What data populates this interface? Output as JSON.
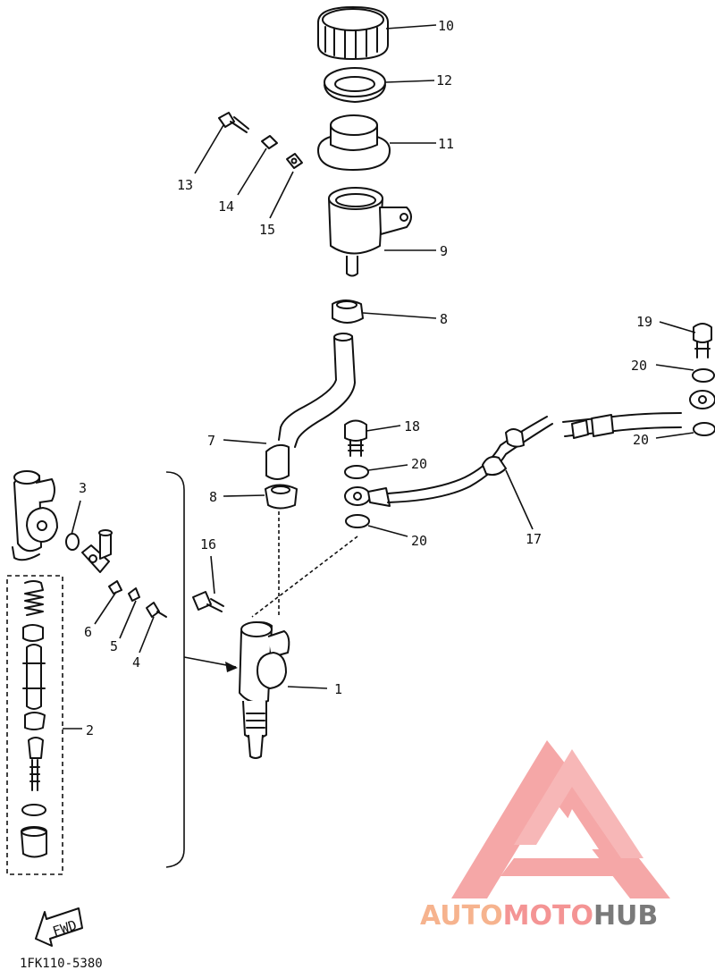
{
  "diagram": {
    "part_labels": [
      "1",
      "2",
      "3",
      "4",
      "5",
      "6",
      "7",
      "8",
      "8",
      "9",
      "10",
      "11",
      "12",
      "13",
      "14",
      "15",
      "16",
      "17",
      "18",
      "19",
      "20",
      "20",
      "20",
      "20"
    ],
    "fwd_label": "FWD",
    "catalog_code": "1FK110-5380"
  },
  "watermark": {
    "part1": "AUTO",
    "part2": "MOTO",
    "part3": "HUB",
    "colors": {
      "auto": "#f6b38e",
      "moto": "#f49494",
      "hub": "#7a7a7a",
      "logo": "#f28a8a"
    }
  }
}
